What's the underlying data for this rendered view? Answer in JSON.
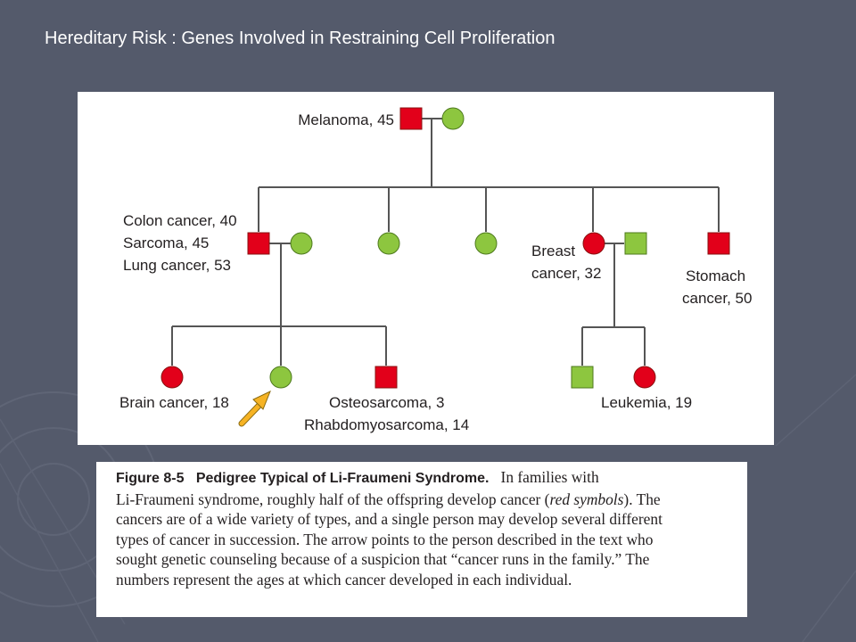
{
  "slide": {
    "title": "Hereditary Risk : Genes Involved in Restraining Cell Proliferation"
  },
  "pedigree": {
    "colors": {
      "affected": "#e2001a",
      "unaffected": "#8dc63f",
      "arrow": "#f6b324",
      "line": "#555555"
    },
    "labels": {
      "melanoma": "Melanoma, 45",
      "colon_1": "Colon cancer, 40",
      "colon_2": "Sarcoma, 45",
      "colon_3": "Lung cancer, 53",
      "breast_1": "Breast",
      "breast_2": "cancer, 32",
      "stomach_1": "Stomach",
      "stomach_2": "cancer, 50",
      "brain": "Brain cancer, 18",
      "osteo_1": "Osteosarcoma, 3",
      "osteo_2": "Rhabdomyosarcoma, 14",
      "leukemia": "Leukemia, 19"
    }
  },
  "caption": {
    "figure_number": "Figure 8-5",
    "figure_title": "Pedigree Typical of Li-Fraumeni Syndrome.",
    "line1_rest": "In families with",
    "line2_start": "Li-Fraumeni syndrome, roughly half of the offspring develop cancer (",
    "line2_italic": "red symbols",
    "line2_end": "). The",
    "line3": "cancers are of a wide variety of types, and a single person may develop several different",
    "line4": "types of cancer in succession. The arrow points to the person described in the text who",
    "line5": "sought genetic counseling because of a suspicion that “cancer runs in the family.” The",
    "line6": "numbers represent the ages at which cancer developed in each individual."
  }
}
